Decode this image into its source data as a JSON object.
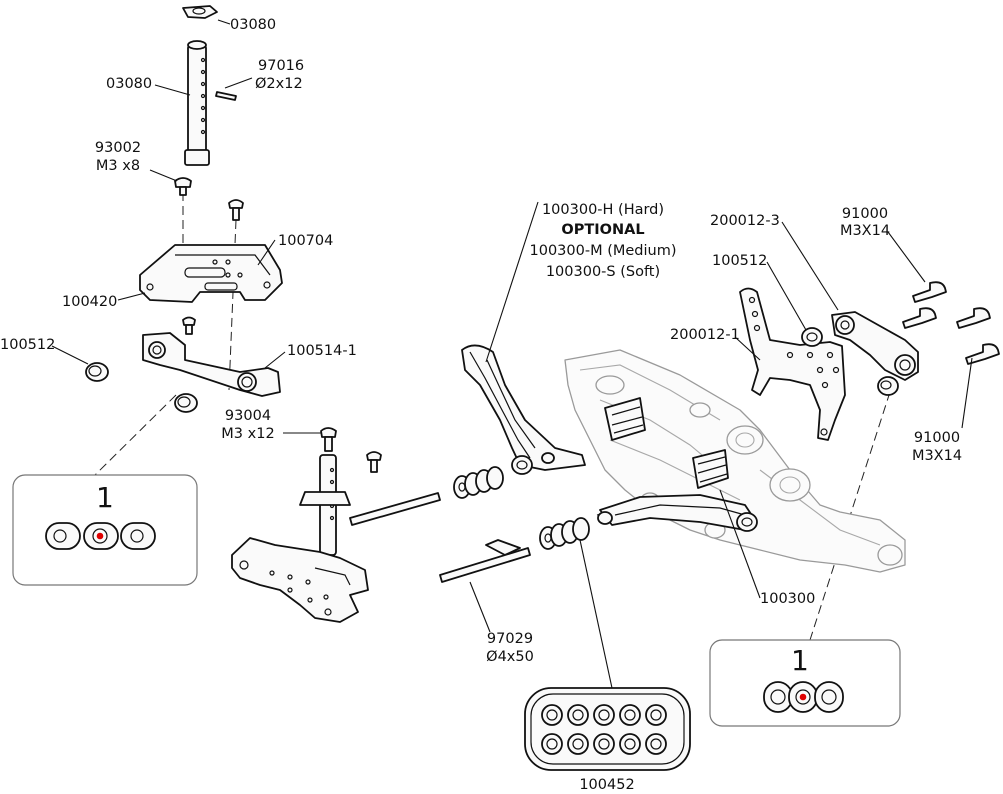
{
  "labels": {
    "top_mount": "03080",
    "post": "03080",
    "pin_num": "97016",
    "pin_size": "Ø2x12",
    "screw_a_num": "93002",
    "screw_a_size": "M3 x8",
    "plate": "100704",
    "holder": "100420",
    "bushing_left": "100512",
    "arm_mount": "100514-1",
    "screw_b_num": "93004",
    "screw_b_size": "M3 x12",
    "arm_hard": "100300-H (Hard)",
    "optional": "OPTIONAL",
    "arm_medium": "100300-M (Medium)",
    "arm_soft": "100300-S (Soft)",
    "link": "200012-3",
    "bushing_right": "100512",
    "bracket": "200012-1",
    "screw_top_num": "91000",
    "screw_top_size": "M3X14",
    "screw_bot_num": "91000",
    "screw_bot_size": "M3X14",
    "arm": "100300",
    "shaft_num": "97029",
    "shaft_size": "Ø4x50",
    "spacer_set": "100452"
  },
  "insets": {
    "left_number": "1",
    "right_number": "1"
  },
  "colors": {
    "line": "#111111",
    "ghost": "#9a9a9a",
    "highlight": "#e00000"
  }
}
